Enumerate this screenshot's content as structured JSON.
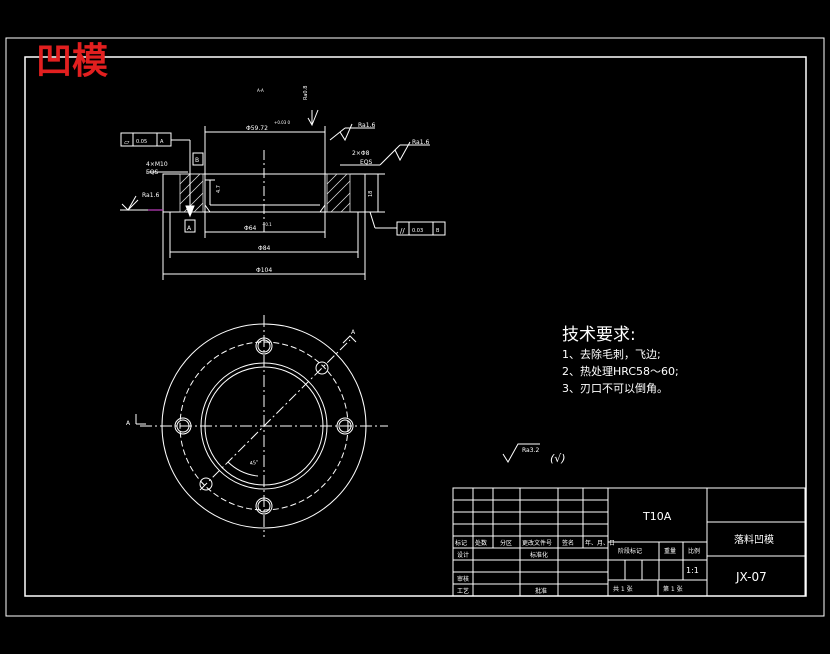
{
  "stamp": {
    "text": "凹模",
    "color": "#e21f1f"
  },
  "section_view": {
    "dim_bore": "Φ59.72",
    "dim_bore_tol": "+0.03 0",
    "dim_inner": "Φ64",
    "dim_inner_tol": "+0.1",
    "dim_pcd": "Φ84",
    "dim_outer": "Φ104",
    "dim_height": "18",
    "dim_depth": "4.7",
    "hole_spec": "4×M10",
    "hole_spec2": "EQS",
    "hole_spec3": "2×Φ8",
    "hole_spec4": "EQS",
    "rough_left": "Ra1.6",
    "rough_mid": "Ra1.6",
    "rough_right": "Ra1.6",
    "rough_top": "Ra0.8",
    "datum_a": "A",
    "datum_b": "B",
    "tol_parallel": "0.03",
    "tol_flat": "0.05",
    "tol_flat_ref": "A",
    "tol_parallel_ref": "B",
    "section_label": "A-A"
  },
  "plan_view": {
    "angle": "45°",
    "view_a_left": "A",
    "view_a_right": "A"
  },
  "tech": {
    "title": "技术要求:",
    "items": [
      "1、去除毛刺，飞边;",
      "2、热处理HRC58～60;",
      "3、刃口不可以倒角。"
    ]
  },
  "surface_note": {
    "rough": "Ra3.2",
    "paren": "(√)"
  },
  "title_block": {
    "material": "T10A",
    "part_name": "落料凹模",
    "drawing_no": "JX-07",
    "scale": "1:1",
    "scale_label": "比例",
    "weight_label": "重量",
    "stage_label": "阶段标记",
    "sheet_total": "共 1 张",
    "sheet_no": "第 1 张",
    "row_headers": [
      "标记",
      "处数",
      "分区",
      "更改文件号",
      "签名",
      "年、月、日"
    ],
    "design": "设计",
    "standard": "标准化",
    "check": "审核",
    "process": "工艺",
    "approve": "批准"
  }
}
